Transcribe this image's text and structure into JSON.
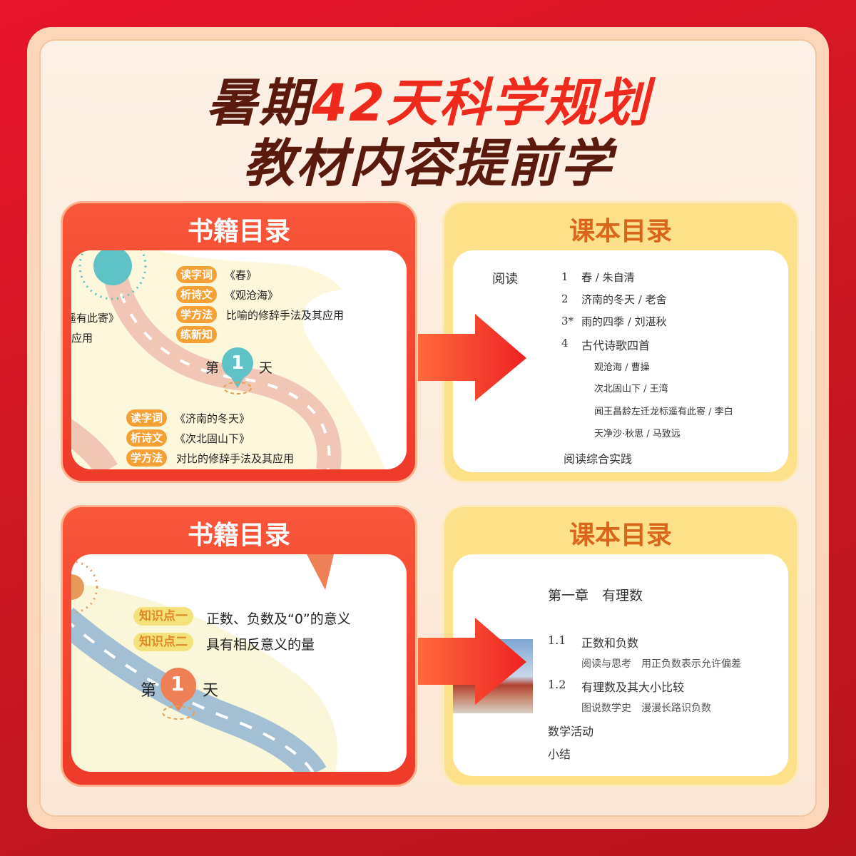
{
  "title": {
    "line1_a": "暑期",
    "line1_b": "42天科学规划",
    "line2": "教材内容提前学"
  },
  "colors": {
    "brand_red": "#ef2a1c",
    "title_brown": "#5a1a0c",
    "header_orange": "#d9661a",
    "pill_orange": "#f5a035"
  },
  "panels": [
    {
      "header": "书籍目录",
      "day": {
        "prefix": "第",
        "num": "1",
        "suffix": "天"
      },
      "left_fragments": [
        "遥有此寄》",
        "应用"
      ],
      "groups": [
        [
          {
            "tag": "读字词",
            "text": "《春》"
          },
          {
            "tag": "析诗文",
            "text": "《观沧海》"
          },
          {
            "tag": "学方法",
            "text": "比喻的修辞手法及其应用"
          },
          {
            "tag": "练新知",
            "text": ""
          }
        ],
        [
          {
            "tag": "读字词",
            "text": "《济南的冬天》"
          },
          {
            "tag": "析诗文",
            "text": "《次北固山下》"
          },
          {
            "tag": "学方法",
            "text": "对比的修辞手法及其应用"
          }
        ]
      ]
    },
    {
      "header": "课本目录",
      "section": "阅读",
      "items": [
        {
          "num": "1",
          "text": "春 / 朱自清"
        },
        {
          "num": "2",
          "text": "济南的冬天 / 老舍"
        },
        {
          "num": "3*",
          "text": "雨的四季 / 刘湛秋"
        },
        {
          "num": "4",
          "text": "古代诗歌四首"
        }
      ],
      "sub": [
        "观沧海 / 曹操",
        "次北固山下 / 王湾",
        "闻王昌龄左迁龙标遥有此寄 / 李白",
        "天净沙·秋思 / 马致远"
      ],
      "extra": "阅读综合实践"
    },
    {
      "header": "书籍目录",
      "day": {
        "prefix": "第",
        "num": "1",
        "suffix": "天"
      },
      "points": [
        {
          "tag": "知识点一",
          "text": "正数、负数及“0”的意义"
        },
        {
          "tag": "知识点二",
          "text": "具有相反意义的量"
        }
      ]
    },
    {
      "header": "课本目录",
      "chapter": "第一章　有理数",
      "items": [
        {
          "num": "1.1",
          "text": "正数和负数",
          "sub": "阅读与思考　用正负数表示允许偏差"
        },
        {
          "num": "1.2",
          "text": "有理数及其大小比较",
          "sub": "图说数学史　漫漫长路识负数"
        }
      ],
      "extra": [
        "数学活动",
        "小结"
      ]
    }
  ]
}
